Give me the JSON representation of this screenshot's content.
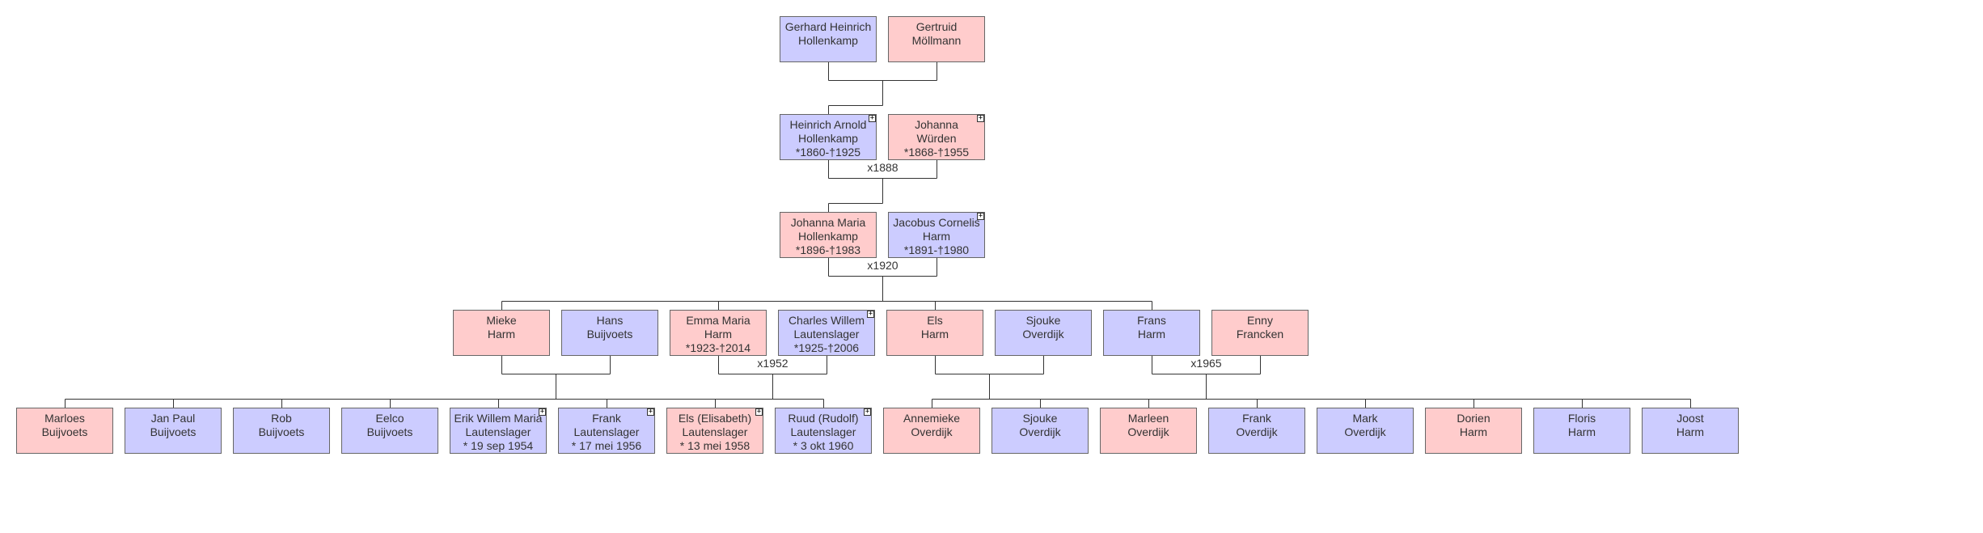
{
  "colors": {
    "male": "#ccccff",
    "female": "#ffcccc",
    "line": "#333333"
  },
  "expand_symbol": "+",
  "generations": [
    {
      "people": [
        {
          "id": "g1m",
          "sex": "m",
          "lines": [
            "Gerhard Heinrich",
            "Hollenkamp"
          ]
        },
        {
          "id": "g1f",
          "sex": "f",
          "lines": [
            "Gertruid",
            "Möllmann"
          ]
        }
      ]
    },
    {
      "people": [
        {
          "id": "g2m",
          "sex": "m",
          "lines": [
            "Heinrich Arnold",
            "Hollenkamp",
            "*1860-†1925"
          ],
          "expandable": true
        },
        {
          "id": "g2f",
          "sex": "f",
          "lines": [
            "Johanna",
            "Würden",
            "*1868-†1955"
          ],
          "expandable": true
        }
      ]
    },
    {
      "people": [
        {
          "id": "g3f",
          "sex": "f",
          "lines": [
            "Johanna Maria",
            "Hollenkamp",
            "*1896-†1983"
          ]
        },
        {
          "id": "g3m",
          "sex": "m",
          "lines": [
            "Jacobus Cornelis",
            "Harm",
            "*1891-†1980"
          ],
          "expandable": true
        }
      ]
    },
    {
      "people": [
        {
          "id": "g4a",
          "sex": "f",
          "lines": [
            "Mieke",
            "Harm"
          ]
        },
        {
          "id": "g4b",
          "sex": "m",
          "lines": [
            "Hans",
            "Buijvoets"
          ]
        },
        {
          "id": "g4c",
          "sex": "f",
          "lines": [
            "Emma Maria",
            "Harm",
            "*1923-†2014"
          ]
        },
        {
          "id": "g4d",
          "sex": "m",
          "lines": [
            "Charles Willem",
            "Lautenslager",
            "*1925-†2006"
          ],
          "expandable": true
        },
        {
          "id": "g4e",
          "sex": "f",
          "lines": [
            "Els",
            "Harm"
          ]
        },
        {
          "id": "g4f",
          "sex": "m",
          "lines": [
            "Sjouke",
            "Overdijk"
          ]
        },
        {
          "id": "g4g",
          "sex": "m",
          "lines": [
            "Frans",
            "Harm"
          ]
        },
        {
          "id": "g4h",
          "sex": "f",
          "lines": [
            "Enny",
            "Francken"
          ]
        }
      ]
    },
    {
      "people": [
        {
          "id": "g5a",
          "sex": "f",
          "lines": [
            "Marloes",
            "Buijvoets"
          ]
        },
        {
          "id": "g5b",
          "sex": "m",
          "lines": [
            "Jan Paul",
            "Buijvoets"
          ]
        },
        {
          "id": "g5c",
          "sex": "m",
          "lines": [
            "Rob",
            "Buijvoets"
          ]
        },
        {
          "id": "g5d",
          "sex": "m",
          "lines": [
            "Eelco",
            "Buijvoets"
          ]
        },
        {
          "id": "g5e",
          "sex": "m",
          "lines": [
            "Erik Willem Maria",
            "Lautenslager",
            "* 19 sep 1954"
          ],
          "expandable": true
        },
        {
          "id": "g5f",
          "sex": "m",
          "lines": [
            "Frank",
            "Lautenslager",
            "* 17 mei 1956"
          ],
          "expandable": true
        },
        {
          "id": "g5g",
          "sex": "f",
          "lines": [
            "Els (Elisabeth)",
            "Lautenslager",
            "* 13 mei 1958"
          ],
          "expandable": true
        },
        {
          "id": "g5h",
          "sex": "m",
          "lines": [
            "Ruud (Rudolf)",
            "Lautenslager",
            "* 3 okt 1960"
          ],
          "expandable": true
        },
        {
          "id": "g5i",
          "sex": "f",
          "lines": [
            "Annemieke",
            "Overdijk"
          ]
        },
        {
          "id": "g5j",
          "sex": "m",
          "lines": [
            "Sjouke",
            "Overdijk"
          ]
        },
        {
          "id": "g5k",
          "sex": "f",
          "lines": [
            "Marleen",
            "Overdijk"
          ]
        },
        {
          "id": "g5l",
          "sex": "m",
          "lines": [
            "Frank",
            "Overdijk"
          ]
        },
        {
          "id": "g5m",
          "sex": "m",
          "lines": [
            "Mark",
            "Overdijk"
          ]
        },
        {
          "id": "g5n",
          "sex": "f",
          "lines": [
            "Dorien",
            "Harm"
          ]
        },
        {
          "id": "g5o",
          "sex": "m",
          "lines": [
            "Floris",
            "Harm"
          ]
        },
        {
          "id": "g5p",
          "sex": "m",
          "lines": [
            "Joost",
            "Harm"
          ]
        }
      ]
    }
  ],
  "unions": [
    {
      "partners": [
        "g1m",
        "g1f"
      ],
      "marriage": "",
      "children": [
        "g2m"
      ]
    },
    {
      "partners": [
        "g2m",
        "g2f"
      ],
      "marriage": "x1888",
      "children": [
        "g3f"
      ]
    },
    {
      "partners": [
        "g3f",
        "g3m"
      ],
      "marriage": "x1920",
      "children": [
        "g4a",
        "g4c",
        "g4e",
        "g4g"
      ]
    },
    {
      "partners": [
        "g4a",
        "g4b"
      ],
      "marriage": "",
      "children": [
        "g5a",
        "g5b",
        "g5c",
        "g5d"
      ]
    },
    {
      "partners": [
        "g4c",
        "g4d"
      ],
      "marriage": "x1952",
      "children": [
        "g5e",
        "g5f",
        "g5g",
        "g5h"
      ]
    },
    {
      "partners": [
        "g4e",
        "g4f"
      ],
      "marriage": "",
      "children": [
        "g5i",
        "g5j",
        "g5k",
        "g5l",
        "g5m"
      ]
    },
    {
      "partners": [
        "g4g",
        "g4h"
      ],
      "marriage": "x1965",
      "children": [
        "g5n",
        "g5o",
        "g5p"
      ]
    }
  ]
}
